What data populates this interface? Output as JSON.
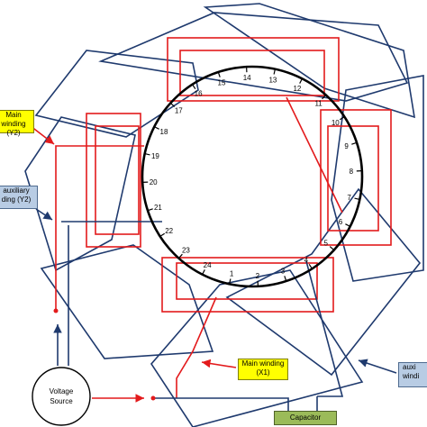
{
  "labels": {
    "main_y2_line1": "Main",
    "main_y2_line2": "winding (Y2)",
    "aux_y2_line1": "auxiliary",
    "aux_y2_line2": "ding (Y2)",
    "main_x1_line1": "Main winding",
    "main_x1_line2": "(X1)",
    "aux_x1_line1": "auxi",
    "aux_x1_line2": "windi",
    "capacitor": "Capacitor",
    "source_line1": "Voltage",
    "source_line2": "Source"
  },
  "slots": [
    "1",
    "2",
    "3",
    "4",
    "5",
    "6",
    "7",
    "8",
    "9",
    "10",
    "11",
    "12",
    "13",
    "14",
    "15",
    "16",
    "17",
    "18",
    "19",
    "20",
    "21",
    "22",
    "23",
    "24"
  ],
  "colors": {
    "main_winding": "#e31a1c",
    "auxiliary_winding": "#1f3a6e",
    "stator": "#000000",
    "arrow_red": "#e31a1c",
    "arrow_navy": "#1f3a6e"
  }
}
